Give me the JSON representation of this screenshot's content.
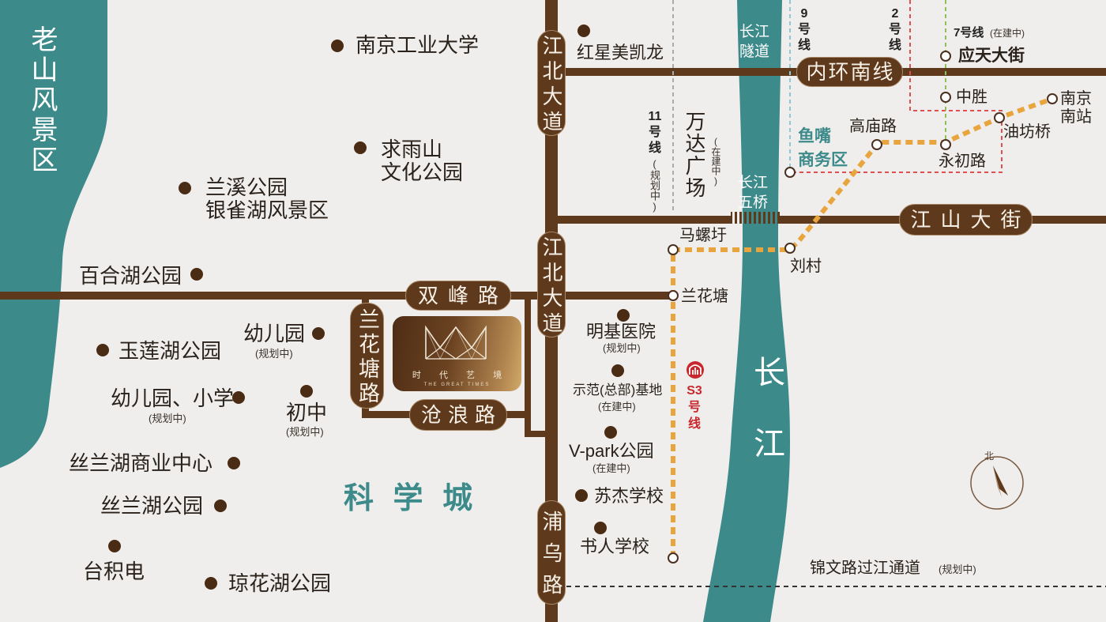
{
  "map": {
    "scenic_area": "老山风景区",
    "science_city": "科 学 城",
    "river": "长江",
    "tunnel": [
      "长江",
      "隧道"
    ],
    "bridge": [
      "长江",
      "五桥"
    ],
    "business_district": [
      "鱼嘴",
      "商务区"
    ],
    "compass_north": "北"
  },
  "roads": {
    "jiangbei_north": "江北大道",
    "jiangbei_south": "江北大道",
    "puwu": "浦乌路",
    "neihuan_south": "内环南线",
    "jiangshan": "江山大街",
    "shuangfeng": "双峰路",
    "lanhuatang": "兰花塘路",
    "canglang": "沧浪路",
    "jinwen_crossing": "锦文路过江通道",
    "jinwen_status": "(规划中)"
  },
  "project": {
    "name": "时 代 艺 境",
    "name_en": "THE GREAT TIMES"
  },
  "landmarks": {
    "wanda": "万达广场",
    "wanda_status": "(在建中)"
  },
  "pois": {
    "nanjing_tech_univ": {
      "name": "南京工业大学"
    },
    "red_star_macalline": {
      "name": "红星美凯龙"
    },
    "qiuyushan_park": {
      "lines": [
        "求雨山",
        "文化公园"
      ]
    },
    "lanxi_park": {
      "lines": [
        "兰溪公园",
        "银雀湖风景区"
      ]
    },
    "baihe_lake_park": {
      "name": "百合湖公园"
    },
    "kindergarten": {
      "name": "幼儿园",
      "status": "(规划中)"
    },
    "yulian_lake_park": {
      "name": "玉莲湖公园"
    },
    "kindergarten_primary": {
      "name": "幼儿园、小学",
      "status": "(规划中)"
    },
    "junior_high": {
      "name": "初中",
      "status": "(规划中)"
    },
    "silan_lake_commercial": {
      "name": "丝兰湖商业中心"
    },
    "silan_lake_park": {
      "name": "丝兰湖公园"
    },
    "tsmc": {
      "name": "台积电"
    },
    "qionghua_lake_park": {
      "name": "琼花湖公园"
    },
    "benq_hospital": {
      "name": "明基医院",
      "status": "(规划中)"
    },
    "demo_hq_base": {
      "name": "示范(总部)基地",
      "status": "(在建中)"
    },
    "vpark": {
      "name": "V-park公园",
      "status": "(在建中)"
    },
    "sujie_school": {
      "name": "苏杰学校"
    },
    "shuren_school": {
      "name": "书人学校"
    }
  },
  "metro": {
    "line_11": {
      "name": "11号线",
      "status": "(规划中)"
    },
    "line_9": {
      "name": "9号线"
    },
    "line_2": {
      "name": "2号线"
    },
    "line_7": {
      "name": "7号线",
      "status": "(在建中)"
    },
    "line_s3": {
      "name": "S3号线"
    },
    "stations": {
      "maluoyu": "马螺圩",
      "lanhuatang": "兰花塘",
      "liucun": "刘村",
      "gaomiaolu": "高庙路",
      "yongchulu": "永初路",
      "youfangqiao": "油坊桥",
      "nanjing_south": [
        "南京",
        "南站"
      ],
      "yingtian_street": "应天大街",
      "zhongsheng": "中胜"
    }
  },
  "colors": {
    "background": "#efeeec",
    "teal": "#3d8a8b",
    "road_brown": "#5e391c",
    "poi_dot": "#4a2b14",
    "s3_orange": "#e9a53d",
    "line_2_red": "#e05050",
    "line_7_green": "#8cc05a",
    "line_9_blue": "#8cc8d8",
    "line_11_gray": "#aaaaaa",
    "metro_red": "#c8282d"
  },
  "icons": [
    "compass-icon",
    "metro-logo-icon",
    "project-logo-icon"
  ]
}
